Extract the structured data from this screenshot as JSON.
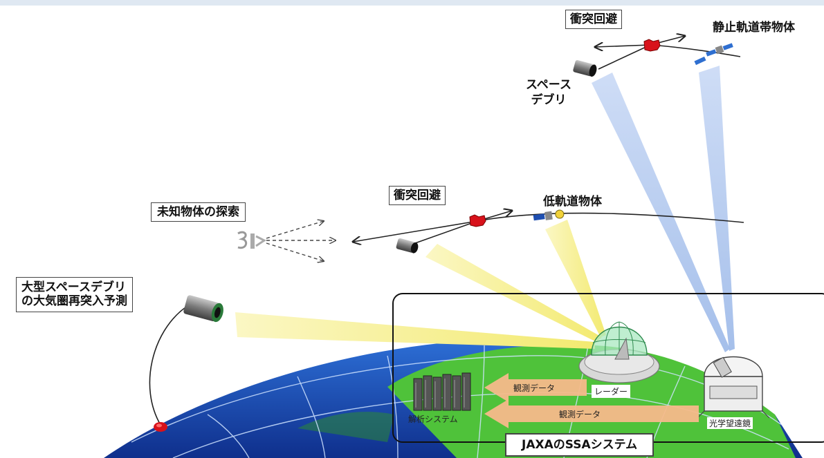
{
  "labels": {
    "collision_avoidance_geo": "衝突回避",
    "geo_objects": "静止軌道帯物体",
    "space_debris": "スペース\nデブリ",
    "collision_avoidance_leo": "衝突回避",
    "leo_objects": "低軌道物体",
    "unknown_search": "未知物体の探索",
    "reentry_prediction": "大型スペースデブリ\nの大気圏再突入予測",
    "observation_data_radar": "観測データ",
    "observation_data_optical": "観測データ",
    "radar": "レーダー",
    "analysis_system": "解析システム",
    "optical_telescope": "光学望遠鏡",
    "system_title": "JAXAのSSAシステム"
  },
  "icons": {
    "satellite": "satellite-icon",
    "debris": "debris-icon",
    "radar": "radar-dome-icon",
    "telescope": "telescope-icon",
    "servers": "server-rack-icon",
    "collision": "collision-icon"
  },
  "colors": {
    "earth_ocean": "#1f4fb8",
    "earth_land": "#4fc23a",
    "radar_beam": "#f6f08a",
    "optical_beam": "#a9c3ec",
    "data_arrow": "#f6b98a",
    "collision_marker": "#d8121b"
  }
}
